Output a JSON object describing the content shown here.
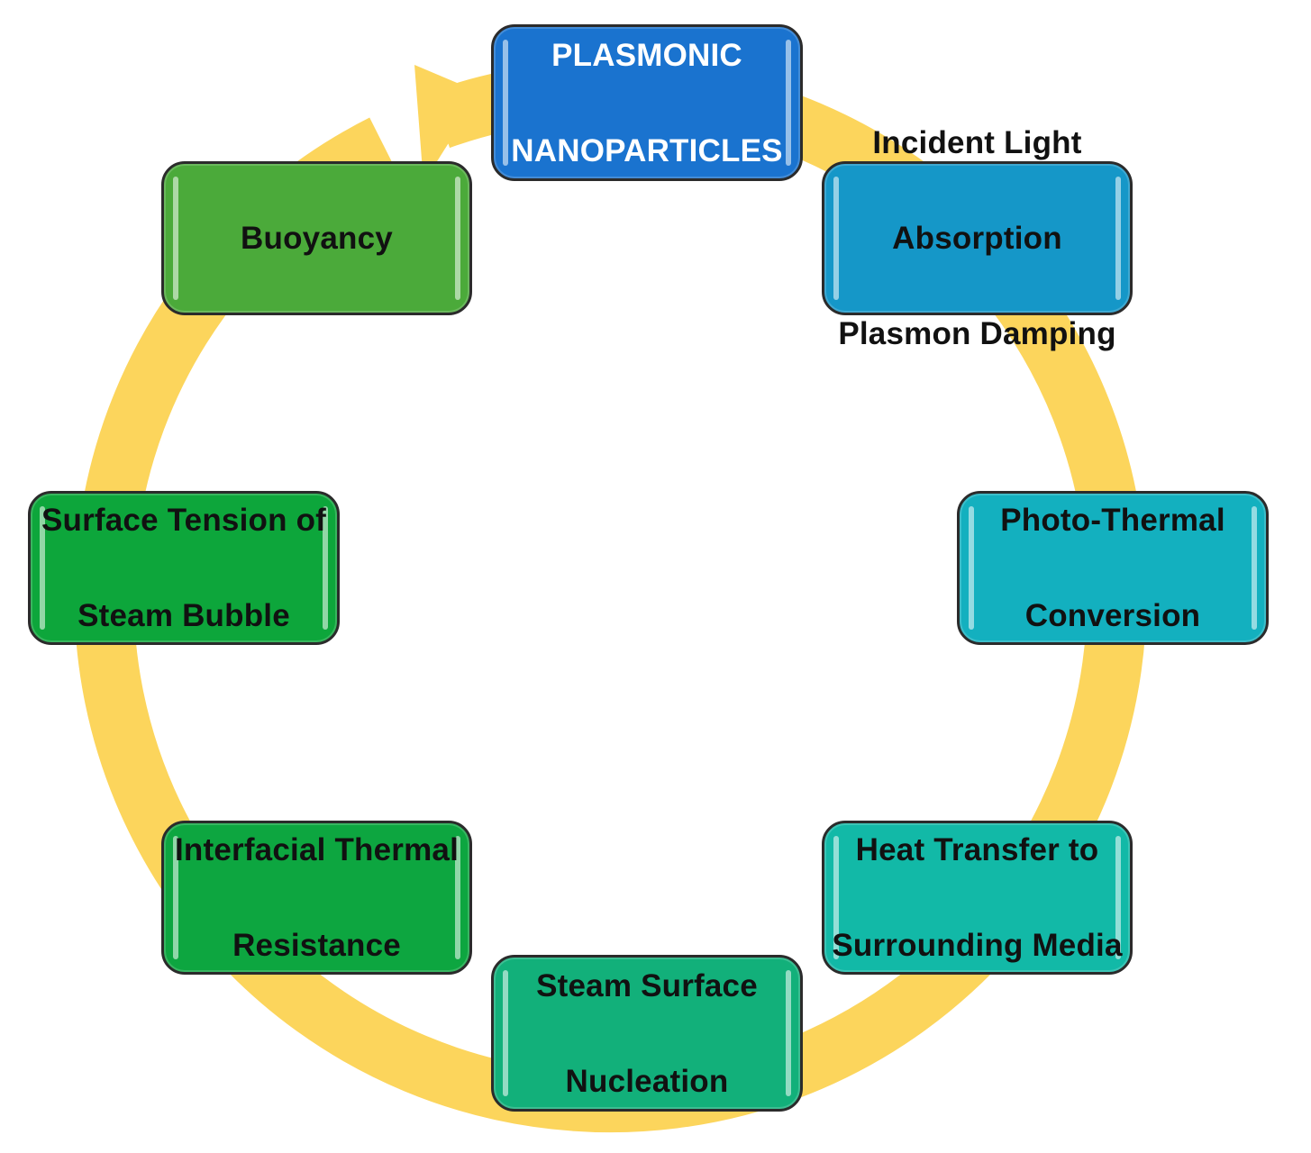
{
  "diagram": {
    "type": "cycle",
    "colors": {
      "arrow": "#fcd55c",
      "border": "#2b2b2b",
      "top": "#1a73cf",
      "incident": "#1597c8",
      "photo": "#13b0bf",
      "heat": "#12b9a7",
      "steam": "#12b07a",
      "interfacial": "#0da640",
      "surface": "#0da63b",
      "buoyancy": "#4baa3a"
    },
    "nodes": {
      "top": {
        "lines": [
          "PLASMONIC",
          "NANOPARTICLES"
        ]
      },
      "incident": {
        "lines": [
          "Incident Light",
          "Absorption",
          "Plasmon Damping"
        ]
      },
      "photo": {
        "lines": [
          "Photo-Thermal",
          "Conversion"
        ]
      },
      "heat": {
        "lines": [
          "Heat Transfer to",
          "Surrounding Media"
        ]
      },
      "steam": {
        "lines": [
          "Steam Surface",
          "Nucleation"
        ]
      },
      "interfacial": {
        "lines": [
          "Interfacial Thermal",
          "Resistance"
        ]
      },
      "surface": {
        "lines": [
          "Surface Tension of",
          "Steam Bubble"
        ]
      },
      "buoyancy": {
        "lines": [
          "Buoyancy"
        ]
      }
    },
    "sequence": [
      "top",
      "incident",
      "photo",
      "heat",
      "steam",
      "interfacial",
      "surface",
      "buoyancy",
      "top"
    ]
  }
}
